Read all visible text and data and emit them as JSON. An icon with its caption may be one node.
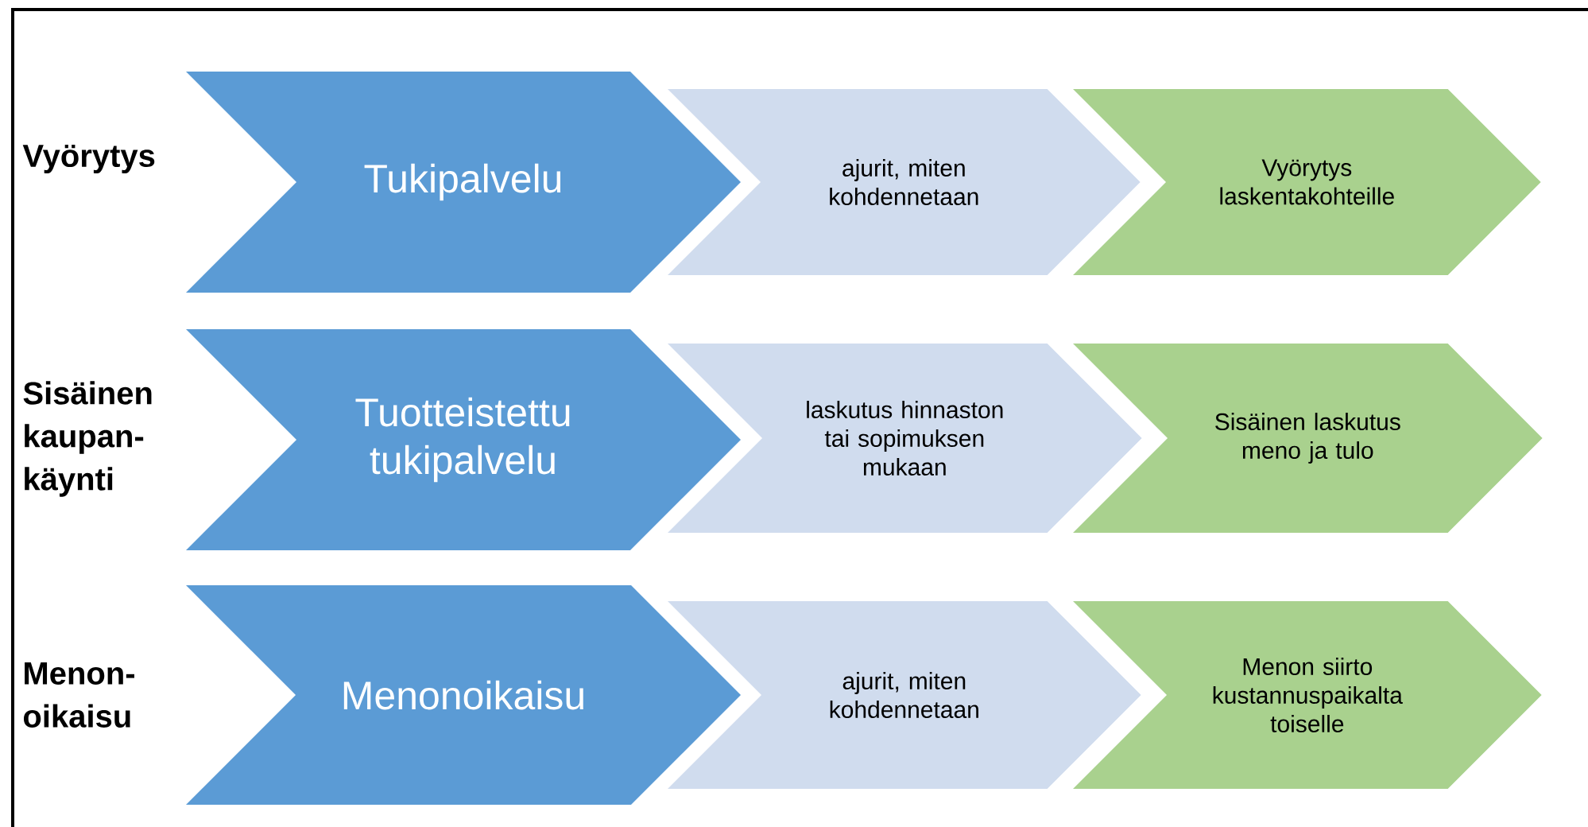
{
  "diagram": {
    "nodes": [
      {
        "text": [
          "Tukipalvelu"
        ]
      },
      {
        "text": [
          "ajurit, miten kohdennetaan"
        ]
      },
      {
        "text": [
          "Vyörytys laskentakohteille"
        ]
      },
      {
        "text": [
          "Tuotteistettu tukipalvelu"
        ]
      },
      {
        "text": [
          "laskutus hinnaston tai sopimuksen mukaan"
        ]
      },
      {
        "text": [
          "Sisäinen laskutus meno ja tulo"
        ]
      },
      {
        "text": [
          "Menonoikaisu"
        ]
      },
      {
        "text": [
          "ajurit, miten kohdennetaan"
        ]
      },
      {
        "text": [
          "Menon siirto kustannuspaikalta toiselle"
        ]
      }
    ],
    "labels": [
      "Vyörytys",
      "Sisäinen kaupan- käynti",
      "Menon- oikaisu"
    ]
  }
}
